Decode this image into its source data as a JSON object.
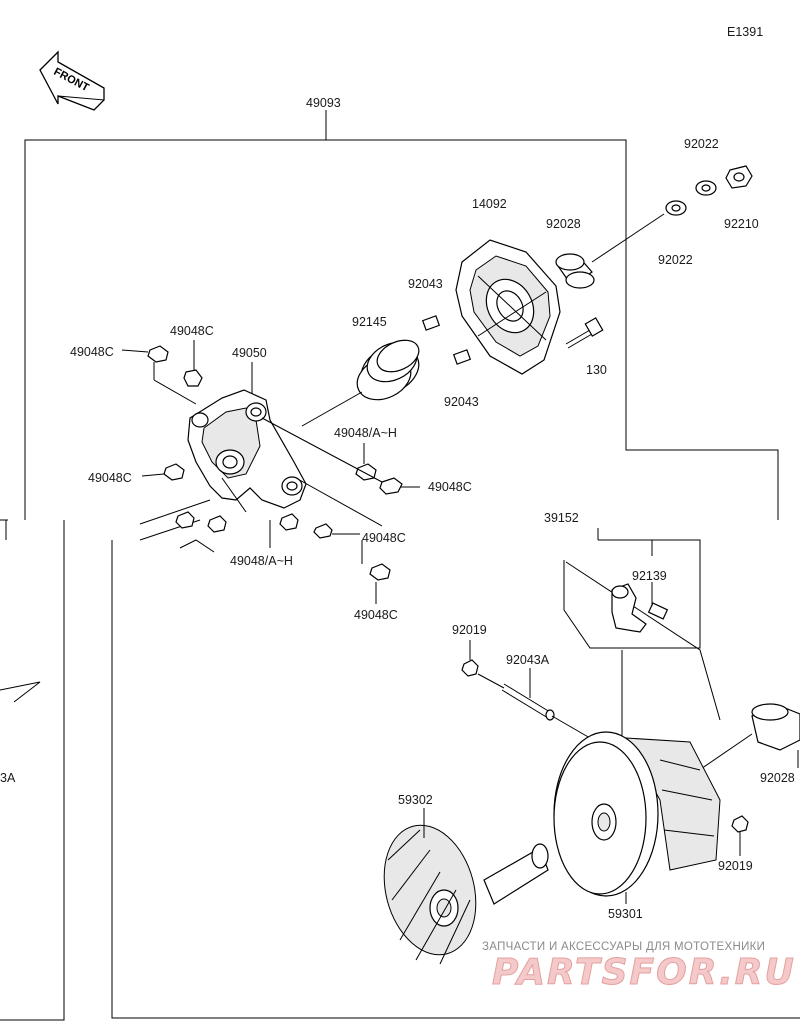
{
  "diagram_code": "E1391",
  "front_marker": "FRONT",
  "labels": {
    "l49093": "49093",
    "l92022a": "92022",
    "l92022b": "92022",
    "l92210": "92210",
    "l14092": "14092",
    "l92028a": "92028",
    "l92028b": "92028",
    "l92043a": "92043",
    "l92043b": "92043",
    "l130": "130",
    "l92145": "92145",
    "l49048c1": "49048C",
    "l49048c2": "49048C",
    "l49048c3": "49048C",
    "l49048c4": "49048C",
    "l49048c5": "49048C",
    "l49048c6": "49048C",
    "l49048ah1": "49048/A~H",
    "l49048ah2": "49048/A~H",
    "l49050": "49050",
    "l39152": "39152",
    "l92139": "92139",
    "l92019a": "92019",
    "l92019b": "92019",
    "l92043A": "92043A",
    "l59302": "59302",
    "l59301": "59301",
    "l3A": "3A"
  },
  "watermark": {
    "top_text": "ЗАПЧАСТИ И АКСЕССУАРЫ ДЛЯ МОТОТЕХНИКИ",
    "brand": "PARTSFOR.RU"
  }
}
